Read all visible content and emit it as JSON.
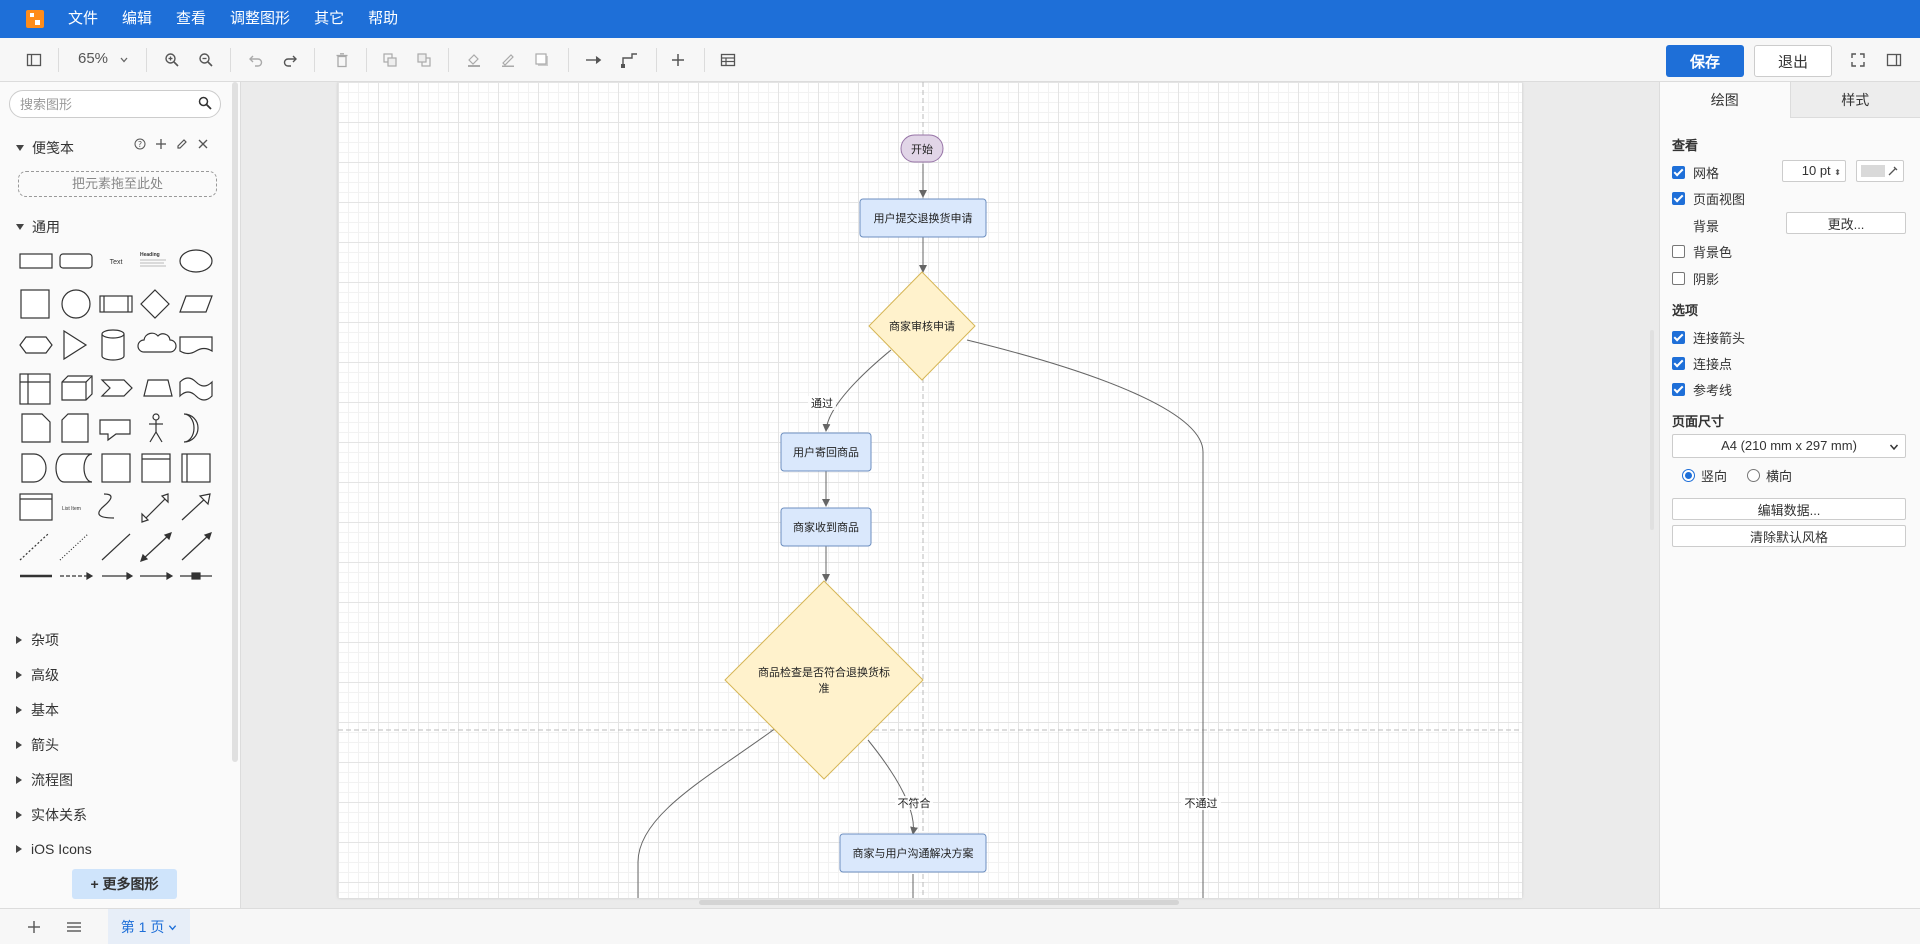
{
  "menu": [
    "文件",
    "编辑",
    "查看",
    "调整图形",
    "其它",
    "帮助"
  ],
  "toolbar": {
    "zoom": "65%",
    "save_label": "保存",
    "exit_label": "退出"
  },
  "sidebar": {
    "search_placeholder": "搜索图形",
    "scratchpad_title": "便笺本",
    "drop_hint": "把元素拖至此处",
    "general_title": "通用",
    "categories": [
      "杂项",
      "高级",
      "基本",
      "箭头",
      "流程图",
      "实体关系",
      "iOS Icons"
    ],
    "more_shapes": "更多图形",
    "shape_text_sample": "Text",
    "shape_heading_sample": "Heading",
    "shape_list_sample": "List Item"
  },
  "diagram": {
    "nodes": {
      "start": "开始",
      "submit": "用户提交退换货申请",
      "review": "商家审核申请",
      "send_back": "用户寄回商品",
      "receive": "商家收到商品",
      "inspect_line1": "商品检查是否符合退换货标",
      "inspect_line2": "准",
      "negotiate": "商家与用户沟通解决方案"
    },
    "edges": {
      "pass": "通过",
      "not_pass": "不通过",
      "not_match": "不符合"
    },
    "colors": {
      "process_fill": "#dae8fc",
      "process_stroke": "#6c8ebf",
      "decision_fill": "#fff2cc",
      "decision_stroke": "#d6b656",
      "start_fill": "#e1d5e7",
      "start_stroke": "#9673a6"
    }
  },
  "right_panel": {
    "tabs": [
      "绘图",
      "样式"
    ],
    "view_title": "查看",
    "grid_label": "网格",
    "grid_size": "10 pt",
    "page_view_label": "页面视图",
    "background_label": "背景",
    "change_btn": "更改...",
    "bg_color_label": "背景色",
    "shadow_label": "阴影",
    "options_title": "选项",
    "connection_arrows": "连接箭头",
    "connection_points": "连接点",
    "guides": "参考线",
    "page_size_title": "页面尺寸",
    "page_size_value": "A4 (210 mm x 297 mm)",
    "portrait": "竖向",
    "landscape": "横向",
    "edit_data": "编辑数据...",
    "clear_style": "清除默认风格"
  },
  "bottom": {
    "page_tab": "第 1 页"
  }
}
